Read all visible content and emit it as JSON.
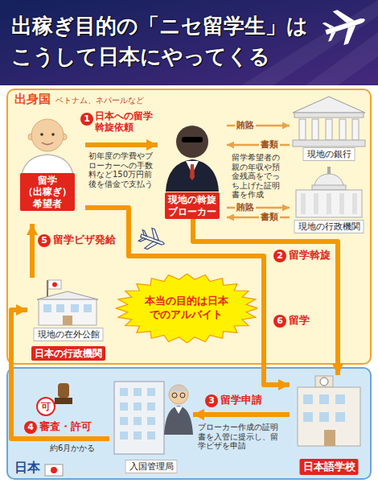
{
  "diagram": {
    "title": "出稼ぎ目的の「ニセ留学生」は こうして日本にやってくる",
    "nodes": [
      {
        "text": [
          "出身国",
          "ベトナム、ネパールなど"
        ]
      },
      {
        "text": [
          "留学（出稼ぎ） 希望者"
        ],
        "in": 0
      },
      {
        "text": [
          "現地の斡旋 ブローカー"
        ],
        "in": 0
      },
      {
        "text": [
          "現地の銀行"
        ],
        "in": 0
      },
      {
        "text": [
          "現地の行政機関"
        ],
        "in": 0
      },
      {
        "text": [
          "現地の在外公館",
          "日本の行政機関"
        ],
        "in": 0
      },
      {
        "text": [
          "本当の目的は日本 でのアルバイト"
        ],
        "in": 0
      },
      {
        "text": [
          "日本"
        ]
      },
      {
        "text": [
          "入国管理局"
        ],
        "in": 7
      },
      {
        "text": [
          "日本語学校"
        ],
        "in": 7
      }
    ],
    "edges": [
      {
        "from": 1,
        "to": 2,
        "label": "日本への留学 斡旋依頼",
        "arrow": "to"
      },
      {
        "from": 2,
        "to": 3,
        "label": "賄賂",
        "arrow": "to"
      },
      {
        "from": 3,
        "to": 2,
        "label": "書類",
        "arrow": "to"
      },
      {
        "from": 2,
        "to": 4,
        "label": "賄賂",
        "arrow": "to"
      },
      {
        "from": 4,
        "to": 2,
        "label": "書類",
        "arrow": "to"
      },
      {
        "from": 2,
        "to": 9,
        "label": "留学斡旋",
        "arrow": "to"
      },
      {
        "from": 9,
        "to": 8,
        "label": "留学申請",
        "arrow": "to"
      },
      {
        "from": 8,
        "to": 5,
        "label": "審査・許可",
        "arrow": "to"
      },
      {
        "from": 5,
        "to": 1,
        "label": "留学ビザ発給",
        "arrow": "to"
      },
      {
        "from": 1,
        "to": 9,
        "label": "留学",
        "arrow": "to"
      }
    ],
    "labels": [
      "1",
      "初年度の学費やブローカーへの手数料など150万円前後を借金で支払う",
      "留学希望者の親の年収や預金残高をでっち上げた証明書を作成",
      "5",
      "2",
      "6",
      "3",
      "ブローカー作成の証明書を入管に提示し、留学ビザを申請",
      "4",
      "可",
      "約6月かかる"
    ]
  }
}
